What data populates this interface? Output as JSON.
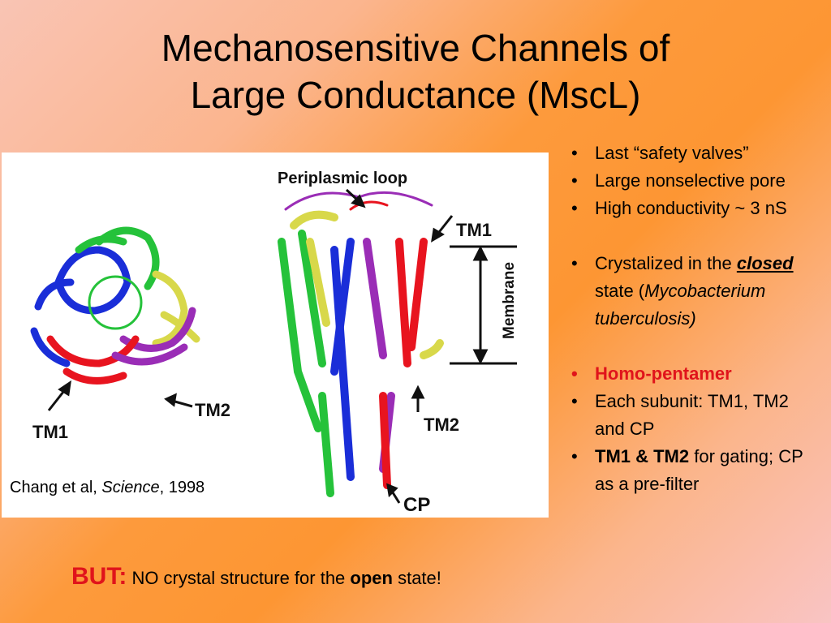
{
  "slide": {
    "title_line1": "Mechanosensitive Channels of",
    "title_line2": "Large Conductance (MscL)"
  },
  "figure": {
    "labels": {
      "periplasmic_loop": "Periplasmic loop",
      "tm1_top": "TM1",
      "membrane": "Membrane",
      "tm2_right": "TM2",
      "cp": "CP",
      "tm1_left": "TM1",
      "tm2_left": "TM2"
    },
    "caption": {
      "prefix": "Chang et al, ",
      "journal": "Science",
      "suffix": ", 1998"
    },
    "colors": {
      "red": "#e8141f",
      "blue": "#1a2ed8",
      "green": "#25c23a",
      "yellow": "#d8d84a",
      "purple": "#9a2db6"
    }
  },
  "bullets": {
    "b1": "Last “safety valves”",
    "b2": "Large nonselective pore",
    "b3": "High conductivity ~ 3 nS",
    "b4_prefix": "Crystalized in the ",
    "b4_emph": "closed",
    "b4_mid": " state (",
    "b4_species": "Mycobacterium tuberculosis)",
    "b5": "Homo-pentamer",
    "b6": "Each subunit: TM1, TM2 and CP",
    "b7_bold": "TM1 & TM2",
    "b7_rest": " for gating; CP as a pre-filter"
  },
  "footer": {
    "but_label": "BUT:",
    "text_before": " NO crystal structure for the ",
    "text_bold": "open",
    "text_after": " state!"
  }
}
